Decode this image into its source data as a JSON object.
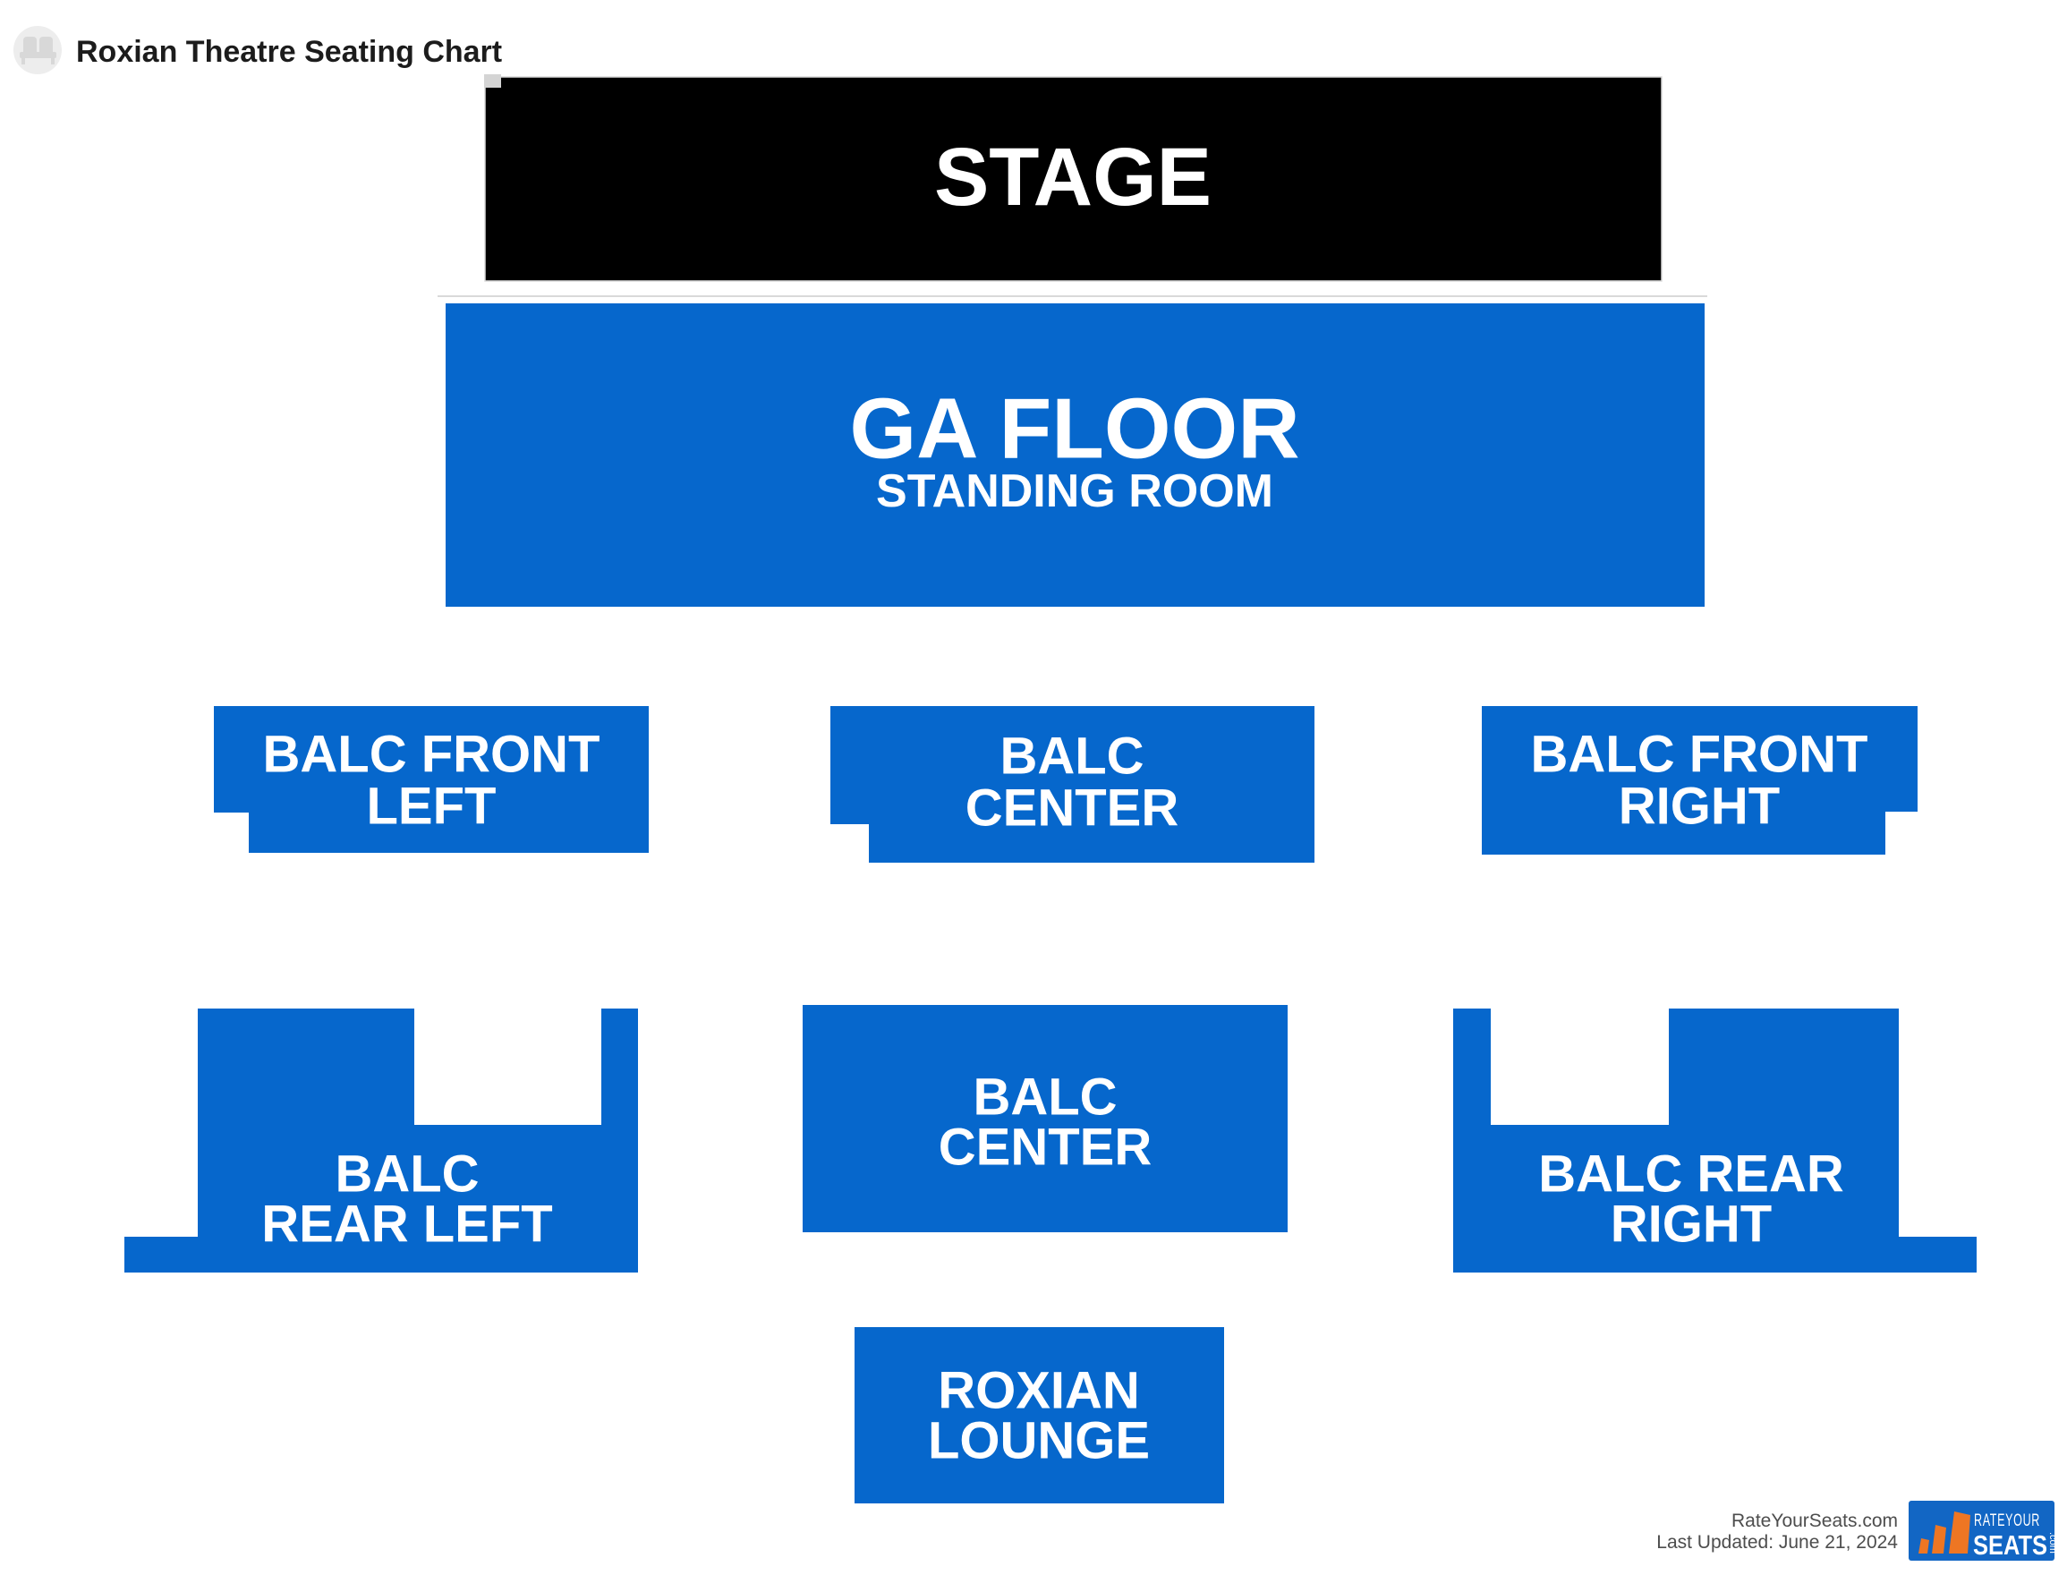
{
  "header": {
    "title": "Roxian Theatre Seating Chart"
  },
  "stage": {
    "label": "STAGE"
  },
  "sections": [
    {
      "id": "ga-floor",
      "lines": [
        "GA FLOOR",
        "STANDING ROOM"
      ]
    },
    {
      "id": "balc-front-left",
      "lines": [
        "BALC FRONT",
        "LEFT"
      ]
    },
    {
      "id": "balc-center-front",
      "lines": [
        "BALC",
        "CENTER"
      ]
    },
    {
      "id": "balc-front-right",
      "lines": [
        "BALC FRONT",
        "RIGHT"
      ]
    },
    {
      "id": "balc-rear-left",
      "lines": [
        "BALC",
        "REAR LEFT"
      ]
    },
    {
      "id": "balc-center-rear",
      "lines": [
        "BALC",
        "CENTER"
      ]
    },
    {
      "id": "balc-rear-right",
      "lines": [
        "BALC REAR",
        "RIGHT"
      ]
    },
    {
      "id": "roxian-lounge",
      "lines": [
        "ROXIAN",
        "LOUNGE"
      ]
    }
  ],
  "footer": {
    "site": "RateYourSeats.com",
    "last_updated": "Last Updated: June 21, 2024"
  },
  "logo": {
    "rate_your": "RATEYOUR",
    "seats": "SEATS",
    "dotcom": ".com"
  },
  "colors": {
    "section_blue": "#0667CC",
    "stage_black": "#000000",
    "stage_border": "#d9d9d9",
    "corner_gray": "#d4d4d4",
    "divider_gray": "#d9d9d9",
    "footer_text": "#4d4d4d",
    "logo_blue": "#1266C4",
    "logo_orange": "#EE7623",
    "icon_circle": "#ededed",
    "icon_seat": "#d8d8d8",
    "title_color": "#1c1c1c"
  }
}
